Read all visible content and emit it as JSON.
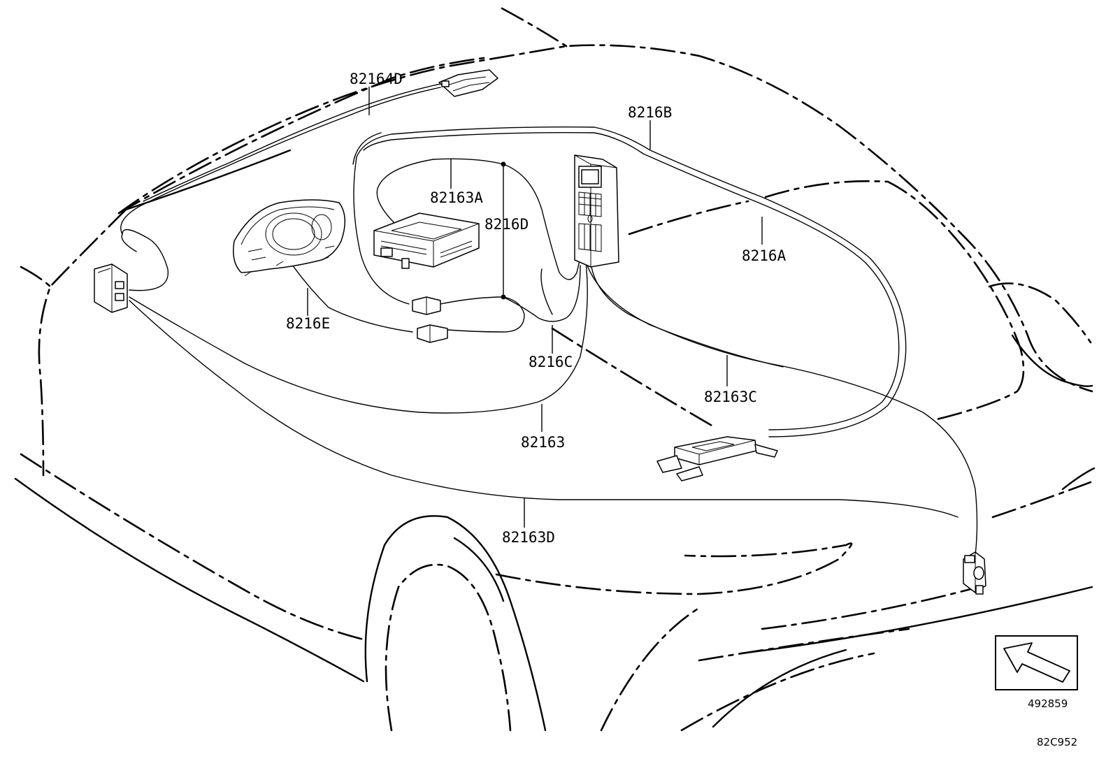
{
  "labels": {
    "p82164D": "82164D",
    "p8216B": "8216B",
    "p82163A": "82163A",
    "p8216D": "8216D",
    "p8216A": "8216A",
    "p8216E": "8216E",
    "p8216C": "8216C",
    "p82163C": "82163C",
    "p82163": "82163",
    "p82163D": "82163D"
  },
  "corner": {
    "image_number": "492859",
    "figure_code": "82C952"
  },
  "icons": {
    "orientation": "direction-arrow-icon"
  }
}
